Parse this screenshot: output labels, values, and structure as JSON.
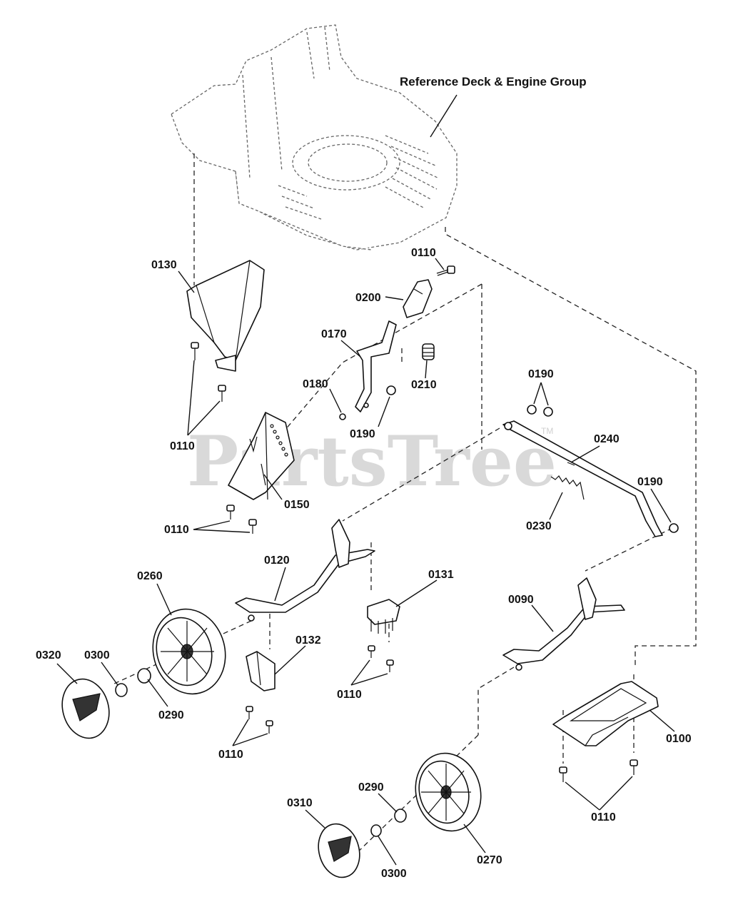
{
  "reference_label": "Reference Deck & Engine Group",
  "watermark": "PartsTree",
  "trademark": "TM",
  "labels": {
    "p0130": "0130",
    "p0110_bolt_top": "0110",
    "p0200": "0200",
    "p0170": "0170",
    "p0210": "0210",
    "p0180": "0180",
    "p0190_left": "0190",
    "p0110_left": "0110",
    "p0150": "0150",
    "p0110_lower_left": "0110",
    "p0190_top_right": "0190",
    "p0240": "0240",
    "p0190_right": "0190",
    "p0230": "0230",
    "p0120": "0120",
    "p0131": "0131",
    "p0260": "0260",
    "p0320": "0320",
    "p0300_left": "0300",
    "p0290_left": "0290",
    "p0132": "0132",
    "p0110_mid": "0110",
    "p0110_bottom_left": "0110",
    "p0090": "0090",
    "p0100": "0100",
    "p0110_bottom_right": "0110",
    "p0290_bottom": "0290",
    "p0310": "0310",
    "p0300_bottom": "0300",
    "p0270": "0270"
  }
}
